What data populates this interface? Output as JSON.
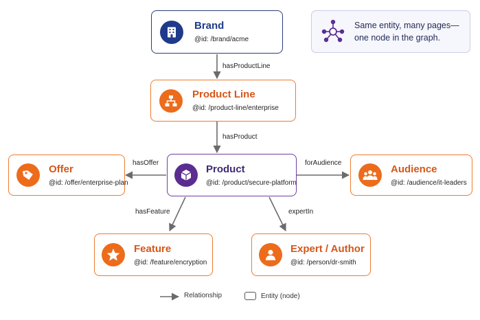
{
  "nodes": {
    "brand": {
      "title": "Brand",
      "id": "@id: /brand/acme",
      "icon": "building-icon"
    },
    "product_line": {
      "title": "Product Line",
      "id": "@id: /product-line/enterprise",
      "icon": "hierarchy-icon"
    },
    "product": {
      "title": "Product",
      "id": "@id: /product/secure-platform",
      "icon": "cube-icon"
    },
    "offer": {
      "title": "Offer",
      "id": "@id: /offer/enterprise-plan",
      "icon": "tag-icon"
    },
    "audience": {
      "title": "Audience",
      "id": "@id: /audience/it-leaders",
      "icon": "users-icon"
    },
    "feature": {
      "title": "Feature",
      "id": "@id: /feature/encryption",
      "icon": "star-icon"
    },
    "expert": {
      "title": "Expert / Author",
      "id": "@id: /person/dr-smith",
      "icon": "person-icon"
    }
  },
  "edges": {
    "has_product_line": "hasProductLine",
    "has_product": "hasProduct",
    "has_offer": "hasOffer",
    "for_audience": "forAudience",
    "has_feature": "hasFeature",
    "expert_in": "expertIn"
  },
  "note": {
    "line1": "Same entity, many pages—",
    "line2": "one node in the graph.",
    "icon": "graph-node-icon"
  },
  "legend": {
    "relationship": "Relationship",
    "entity": "Entity (node)"
  },
  "colors": {
    "orange": "#ec6c1c",
    "navy": "#1f3a8a",
    "purple": "#5b2d91",
    "edge": "#6b6b6b"
  }
}
